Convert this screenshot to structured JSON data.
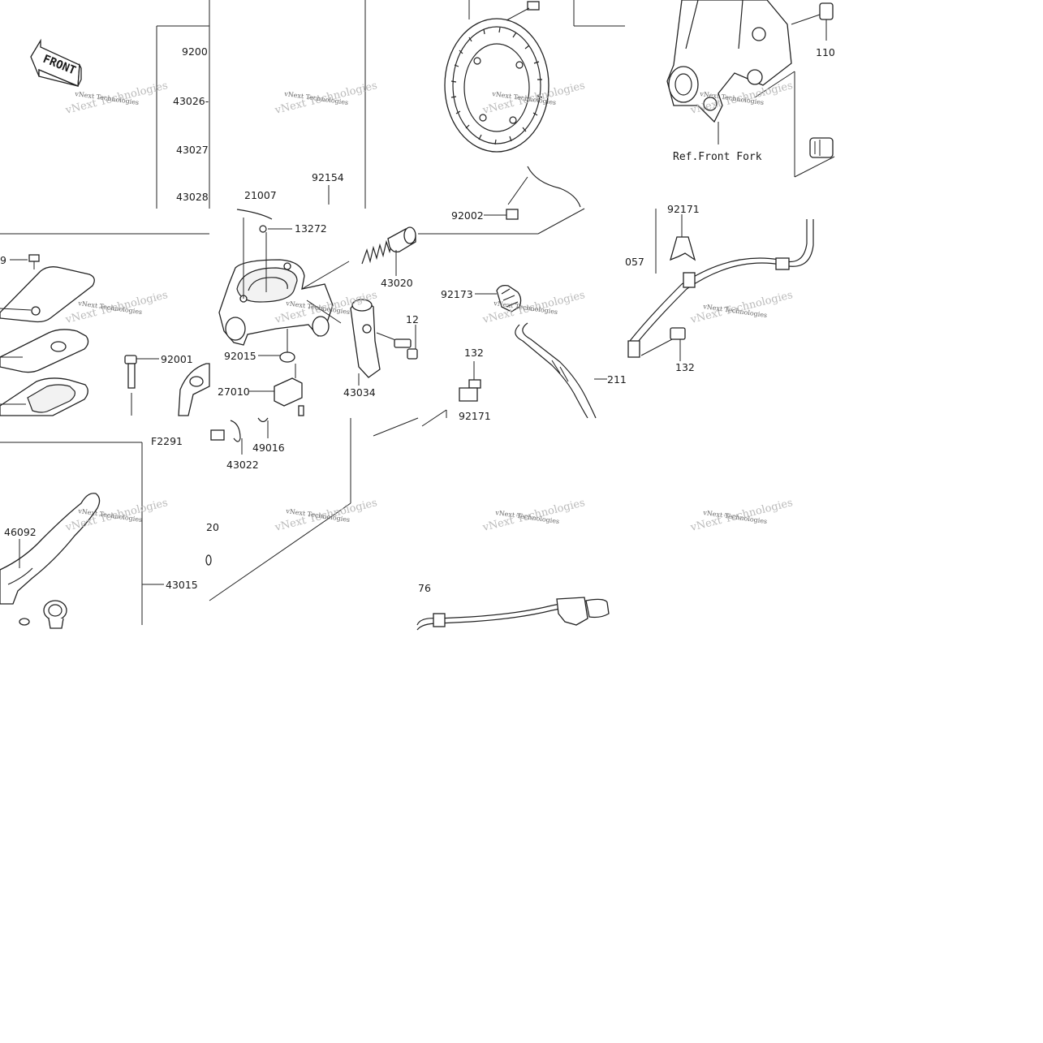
{
  "diagram": {
    "front_sign": "FRONT",
    "reference_text": "Ref.Front Fork",
    "watermark_text": "vNext Technologies",
    "part_labels": {
      "p92009_top": "9200",
      "p43026": "43026-",
      "p43027": "43027",
      "p43028": "43028",
      "p92154": "92154",
      "p21007": "21007",
      "p13272": "13272",
      "p43020": "43020",
      "p92002": "92002",
      "p110": "110",
      "p92171_top": "92171",
      "p057": "057",
      "p92173": "92173",
      "p132_mid": "132",
      "p132_right": "132",
      "p12": "12",
      "p92015": "92015",
      "p43034": "43034",
      "p27010": "27010",
      "p211": "211",
      "p92171_low": "92171",
      "p9_left": "9",
      "p92001": "92001",
      "pF2291": "F2291",
      "p49016": "49016",
      "p43022": "43022",
      "p46092": "46092",
      "p20": "20",
      "p43015": "43015",
      "p76": "76"
    }
  }
}
